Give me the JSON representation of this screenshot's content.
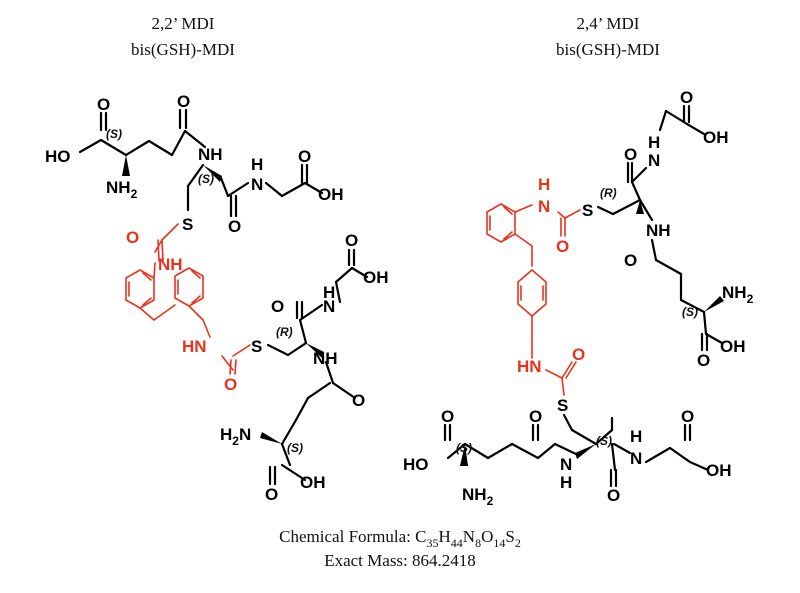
{
  "colors": {
    "highlight": "#e8321e",
    "bond": "#000000",
    "text": "#111111"
  },
  "left": {
    "title": "2,2’ MDI",
    "subtitle": "bis(GSH)-MDI",
    "labels": {
      "o1": "O",
      "oh1": "HO",
      "nh2a": "NH",
      "nh2a_sub": "2",
      "s1": "(S)",
      "o2": "O",
      "nh1": "NH",
      "s2": "(S)",
      "h1": "H",
      "n1": "N",
      "o3": "O",
      "oh2": "OH",
      "o4": "O",
      "sulfur1": "S",
      "o5": "O",
      "nh_red1": "NH",
      "o6": "O",
      "oh3": "OH",
      "o7": "O",
      "nh3": "N",
      "h3": "H",
      "r1": "(R)",
      "sulfur2": "S",
      "hn_red2": "HN",
      "o8": "O",
      "nh4": "NH",
      "o9": "O",
      "h2n": "H",
      "h2n_sub": "2",
      "h2n_n": "N",
      "s3": "(S)",
      "o10": "O",
      "oh4": "OH"
    }
  },
  "right": {
    "title": "2,4’ MDI",
    "subtitle": "bis(GSH)-MDI",
    "labels": {
      "o1": "O",
      "oh1": "OH",
      "h1": "H",
      "n1": "N",
      "o2": "O",
      "r1": "(R)",
      "s1": "S",
      "nh_red1": "N",
      "h_red1": "H",
      "o_red1": "O",
      "nh1": "NH",
      "o3": "O",
      "nh2": "NH",
      "nh2_sub": "2",
      "s2": "(S)",
      "o4": "O",
      "oh2": "OH",
      "hn_red2": "HN",
      "o_red2": "O",
      "sulfur2": "S",
      "o5": "O",
      "oh3": "HO",
      "s3": "(S)",
      "nh2b": "NH",
      "nh2b_sub": "2",
      "o6": "O",
      "nh3": "N",
      "h3": "H",
      "s4": "(S)",
      "h4": "H",
      "n4": "N",
      "o7": "O",
      "o8": "O",
      "oh4": "OH"
    }
  },
  "footer": {
    "formula_label": "Chemical Formula: ",
    "formula_parts": [
      {
        "t": "C",
        "sub": "35"
      },
      {
        "t": "H",
        "sub": "44"
      },
      {
        "t": "N",
        "sub": "8"
      },
      {
        "t": "O",
        "sub": "14"
      },
      {
        "t": "S",
        "sub": "2"
      }
    ],
    "mass": "Exact Mass: 864.2418"
  }
}
